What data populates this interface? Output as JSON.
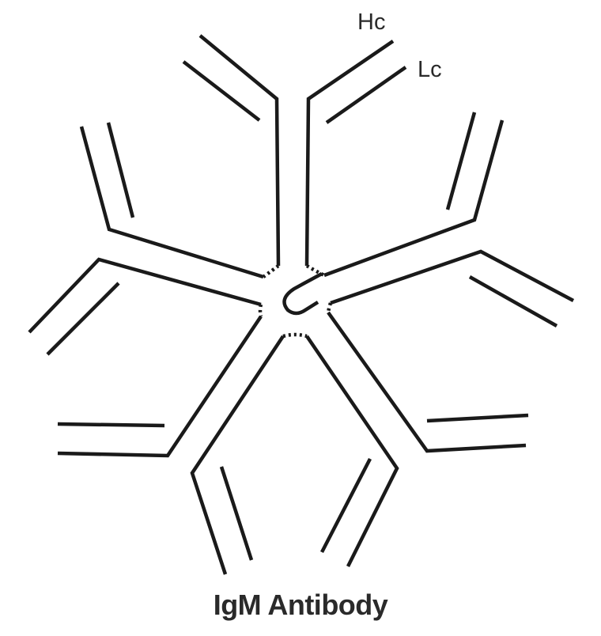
{
  "diagram": {
    "heavy_chain_label": "Hc",
    "light_chain_label": "Lc",
    "title": "IgM Antibody"
  },
  "colors": {
    "line": "#1a1a1a",
    "text": "#2a2a2a",
    "background": "#ffffff"
  }
}
